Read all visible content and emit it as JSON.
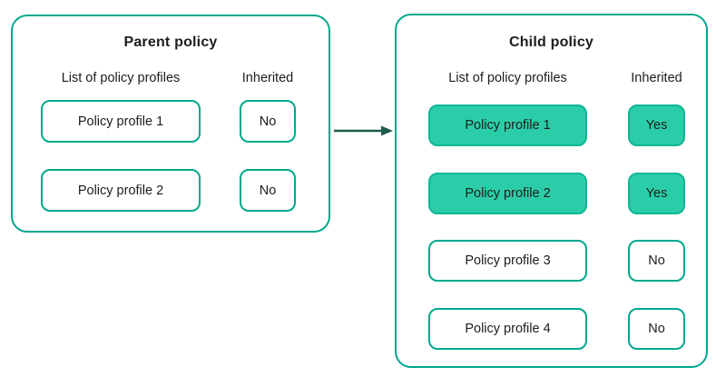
{
  "colors": {
    "border_teal": "#00a88e",
    "fill_green": "#2bcda8",
    "fill_border": "#0fb793",
    "arrow": "#1f5c50",
    "text": "#1d1d1b",
    "bg": "#ffffff"
  },
  "parent": {
    "title": "Parent policy",
    "columns": {
      "profiles": "List of policy profiles",
      "inherited": "Inherited"
    },
    "rows": [
      {
        "profile": "Policy profile 1",
        "inherited": "No",
        "highlighted": false
      },
      {
        "profile": "Policy profile 2",
        "inherited": "No",
        "highlighted": false
      }
    ]
  },
  "child": {
    "title": "Child policy",
    "columns": {
      "profiles": "List of policy profiles",
      "inherited": "Inherited"
    },
    "rows": [
      {
        "profile": "Policy profile 1",
        "inherited": "Yes",
        "highlighted": true
      },
      {
        "profile": "Policy profile 2",
        "inherited": "Yes",
        "highlighted": true
      },
      {
        "profile": "Policy profile 3",
        "inherited": "No",
        "highlighted": false
      },
      {
        "profile": "Policy profile 4",
        "inherited": "No",
        "highlighted": false
      }
    ]
  },
  "arrow": {
    "meaning": "inheritance from parent to child"
  }
}
